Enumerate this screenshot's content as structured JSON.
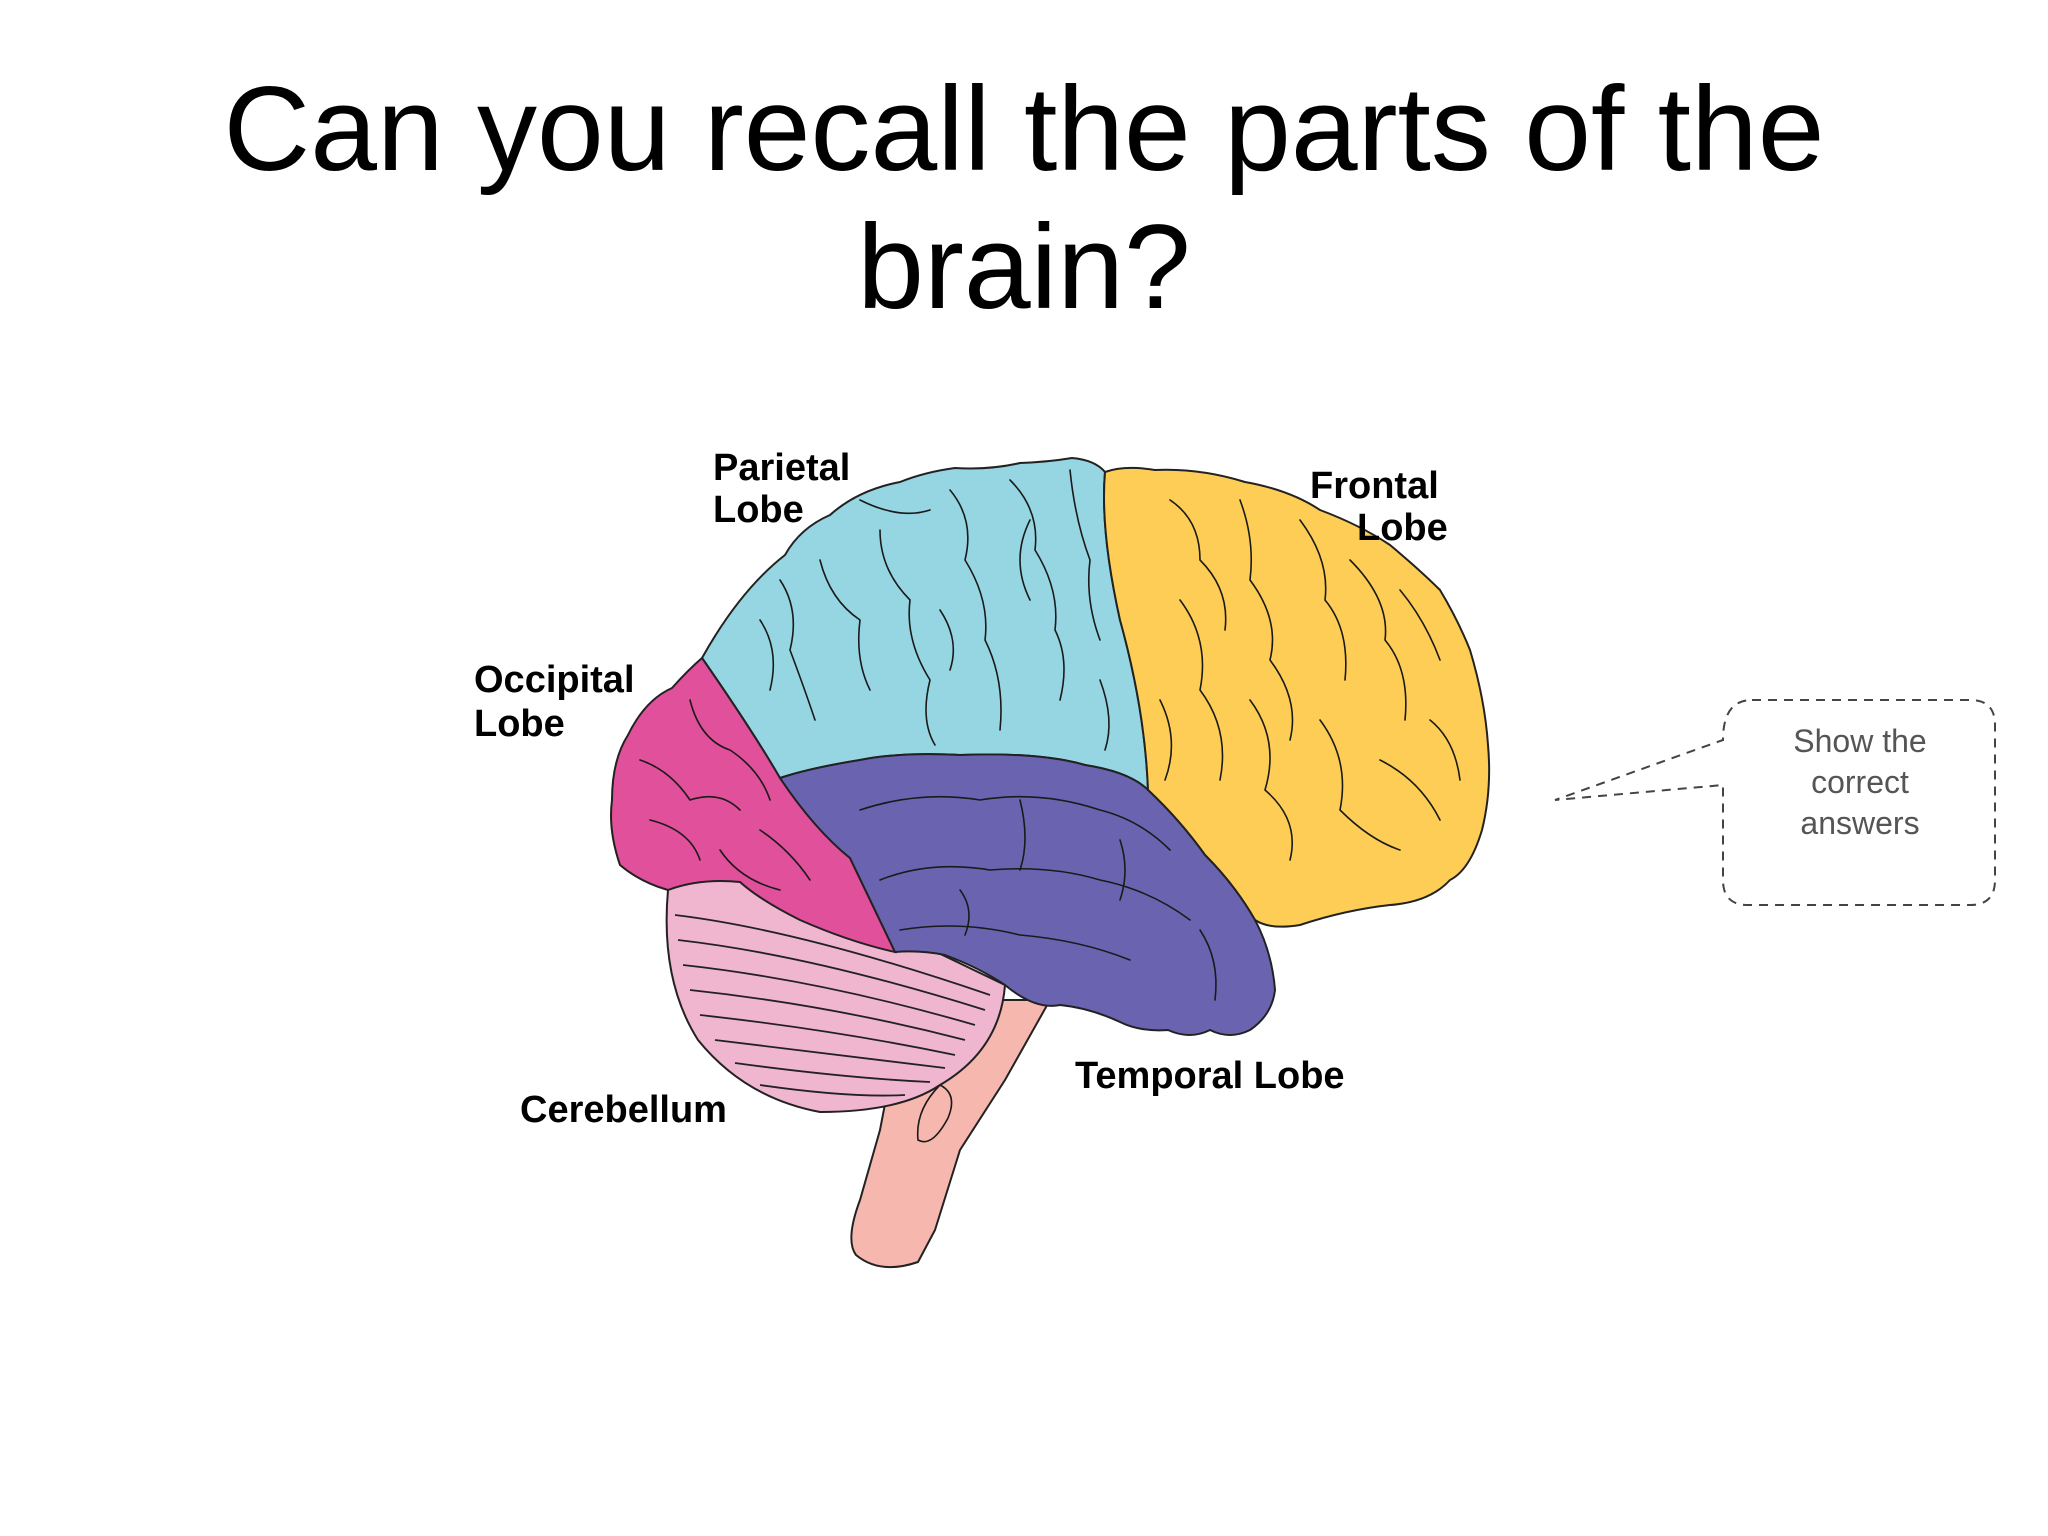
{
  "slide": {
    "title_line1": "Can you recall the parts of the",
    "title_line2": "brain?"
  },
  "diagram": {
    "labels": {
      "parietal_line1": "Parietal",
      "parietal_line2": "Lobe",
      "frontal_line1": "Frontal",
      "frontal_line2": "Lobe",
      "occipital_line1": "Occipital",
      "occipital_line2": "Lobe",
      "cerebellum": "Cerebellum",
      "temporal": "Temporal Lobe"
    },
    "colors": {
      "parietal": "#96d5e2",
      "frontal": "#fdcd55",
      "occipital": "#e0509b",
      "temporal": "#6a64b0",
      "cerebellum": "#f0b5cf",
      "brainstem": "#f5b7ae"
    }
  },
  "callout": {
    "line1": "Show the",
    "line2": "correct",
    "line3": "answers"
  }
}
